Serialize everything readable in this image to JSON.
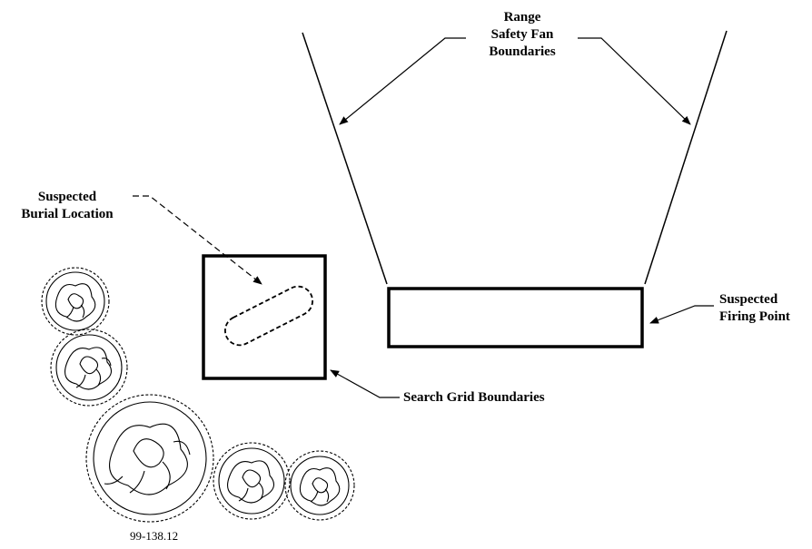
{
  "labels": {
    "range_fan_line1": "Range",
    "range_fan_line2": "Safety Fan",
    "range_fan_line3": "Boundaries",
    "burial_line1": "Suspected",
    "burial_line2": "Burial Location",
    "firing_line1": "Suspected",
    "firing_line2": "Firing Point",
    "search_grid": "Search Grid Boundaries"
  },
  "figure_id": "99-138.12",
  "colors": {
    "ink": "#000000",
    "paper": "#ffffff"
  }
}
